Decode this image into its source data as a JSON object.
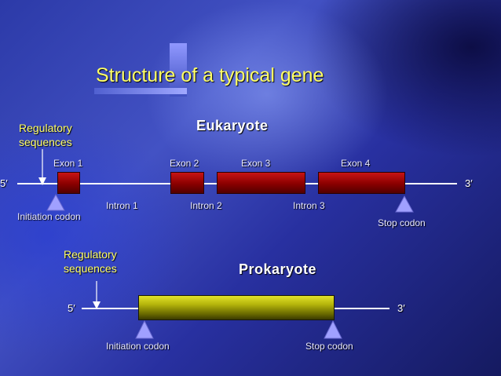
{
  "title": "Structure of a typical gene",
  "eukaryote": {
    "heading": "Eukaryote",
    "regulatory": [
      "Regulatory",
      "sequences"
    ],
    "end5": "5′",
    "end3": "3′",
    "exons": [
      "Exon 1",
      "Exon 2",
      "Exon 3",
      "Exon 4"
    ],
    "introns": [
      "Intron 1",
      "Intron 2",
      "Intron 3"
    ],
    "initiation_codon": "Initiation codon",
    "stop_codon": "Stop codon"
  },
  "prokaryote": {
    "heading": "Prokaryote",
    "regulatory": [
      "Regulatory",
      "sequences"
    ],
    "end5": "5′",
    "end3": "3′",
    "initiation_codon": "Initiation codon",
    "stop_codon": "Stop codon"
  },
  "colors": {
    "exon": "#a00000",
    "coding_region": "#c4c41a",
    "codon_marker": "#a0a0ff",
    "title": "#ffff66"
  }
}
